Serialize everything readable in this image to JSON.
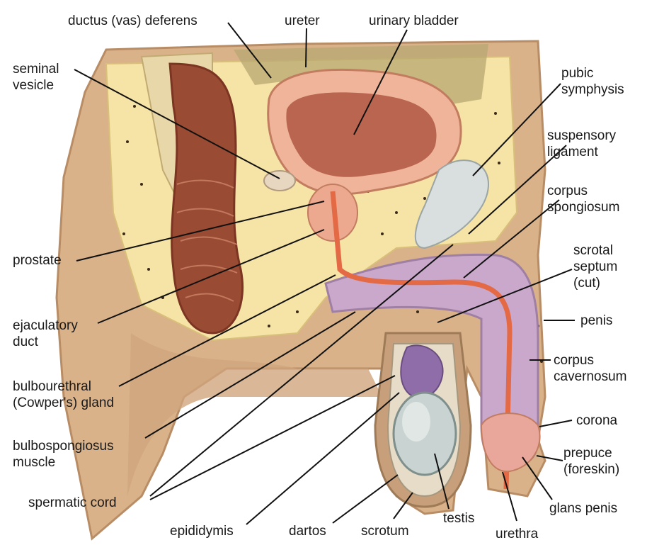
{
  "labels": {
    "ductus_deferens": "ductus (vas) deferens",
    "ureter": "ureter",
    "urinary_bladder": "urinary bladder",
    "seminal_vesicle": [
      "seminal",
      "vesicle"
    ],
    "pubic_symphysis": [
      "pubic",
      "symphysis"
    ],
    "suspensory_ligament": [
      "suspensory",
      "ligament"
    ],
    "corpus_spongiosum": [
      "corpus",
      "spongiosum"
    ],
    "prostate": "prostate",
    "scrotal_septum": [
      "scrotal",
      "septum",
      "(cut)"
    ],
    "ejaculatory_duct": [
      "ejaculatory",
      "duct"
    ],
    "penis": "penis",
    "bulbourethral_gland": [
      "bulbourethral",
      "(Cowper's) gland"
    ],
    "corpus_cavernosum": [
      "corpus",
      "cavernosum"
    ],
    "bulbospongiosus_muscle": [
      "bulbospongiosus",
      "muscle"
    ],
    "corona": "corona",
    "prepuce": [
      "prepuce",
      "(foreskin)"
    ],
    "spermatic_cord": "spermatic cord",
    "glans_penis": "glans penis",
    "epididymis": "epididymis",
    "dartos": "dartos",
    "scrotum": "scrotum",
    "testis": "testis",
    "urethra": "urethra"
  },
  "colors": {
    "skin": "#d9b28a",
    "skin_dark": "#b88d65",
    "fat": "#f6e3a6",
    "muscle": "#9a4b33",
    "bladder_wall": "#f0b49a",
    "bladder_inner": "#b96550",
    "spongy_tissue": "#b79ac2",
    "testis": "#c9d3d1",
    "leader_line": "#111111"
  }
}
